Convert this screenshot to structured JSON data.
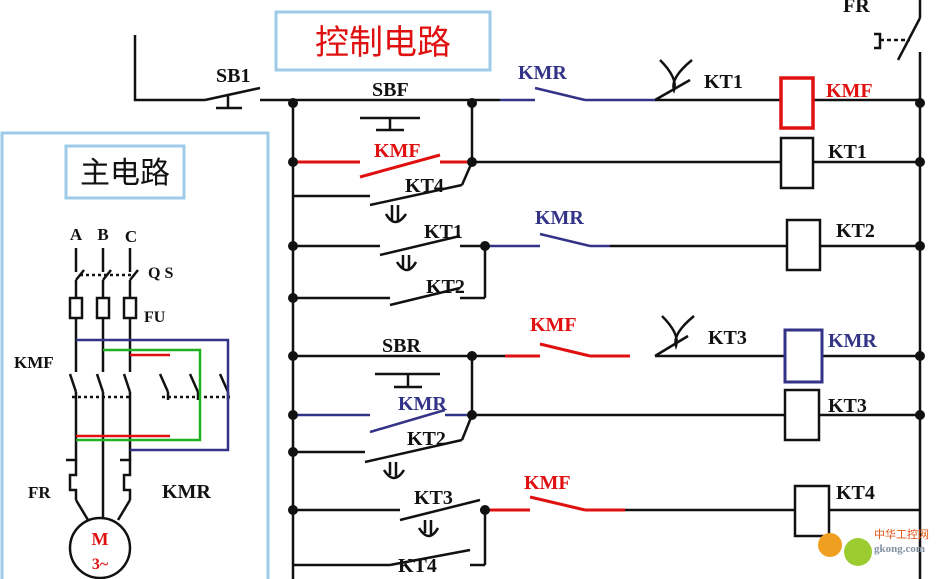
{
  "title_control": "控制电路",
  "title_main": "主电路",
  "colors": {
    "black": "#111111",
    "red": "#e01010",
    "blue": "#333388",
    "green": "#20b020",
    "panel_border": "#9ecbe8"
  },
  "main_circuit": {
    "phases": [
      "A",
      "B",
      "C"
    ],
    "qs_label": "Q S",
    "fu_label": "FU",
    "kmf_label": "KMF",
    "fr_label": "FR",
    "kmr_label": "KMR",
    "motor_label": "M",
    "motor_sub": "3~"
  },
  "control_circuit": {
    "fr_label": "FR",
    "sb1_label": "SB1",
    "rows": {
      "sbf": "SBF",
      "kmr_row1": "KMR",
      "kt1_row1": "KT1",
      "coil_kmf": "KMF",
      "kmf_hold": "KMF",
      "coil_kt1": "KT1",
      "kt4_row3": "KT4",
      "kt1_row4": "KT1",
      "kmr_row4": "KMR",
      "coil_kt2": "KT2",
      "kt2_row5": "KT2",
      "sbr": "SBR",
      "kmf_row6": "KMF",
      "kt3_row6": "KT3",
      "coil_kmr": "KMR",
      "kmr_hold": "KMR",
      "coil_kt3": "KT3",
      "kt2_row8": "KT2",
      "kt3_row9": "KT3",
      "kmf_row9": "KMF",
      "coil_kt4": "KT4",
      "kt4_row10": "KT4"
    }
  },
  "watermark": {
    "text1": "中华工控网",
    "text2": "gkong.com"
  }
}
